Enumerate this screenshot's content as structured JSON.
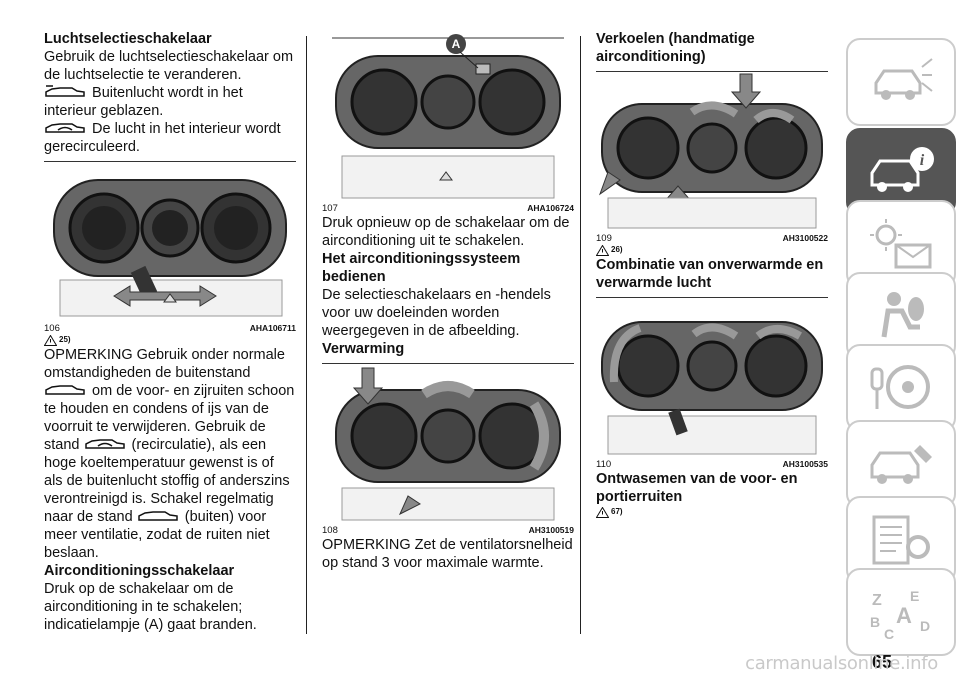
{
  "col1": {
    "h1": "Luchtselectieschakelaar",
    "p1": "Gebruik de luchtselectieschakelaar om de luchtselectie te veranderen.",
    "p2": "Buitenlucht wordt in het interieur geblazen.",
    "p3": "De lucht in het interieur wordt gerecirculeerd.",
    "fig_num": "106",
    "fig_code": "AHA106711",
    "note": "25)",
    "p4a": "OPMERKING Gebruik onder normale omstandigheden de buitenstand",
    "p4b": "om de voor- en zijruiten schoon te houden en condens of ijs van de voorruit te verwijderen. Gebruik de stand",
    "p4c": "(recirculatie), als een hoge koeltemperatuur gewenst is of als de buitenlucht stoffig of anderszins verontreinigd is. Schakel regelmatig naar de stand",
    "p4d": "(buiten) voor meer ventilatie, zodat de ruiten niet beslaan.",
    "h2": "Airconditioningsschakelaar",
    "p5": "Druk op de schakelaar om de airconditioning in te schakelen; indicatielampje (A) gaat branden."
  },
  "col2": {
    "fig_num": "107",
    "fig_code": "AHA106724",
    "fig_label": "A",
    "p1": "Druk opnieuw op de schakelaar om de airconditioning uit te schakelen.",
    "h1": "Het airconditioningssysteem bedienen",
    "p2": "De selectieschakelaars en -hendels voor uw doeleinden worden weergegeven in de afbeelding.",
    "h2": "Verwarming",
    "fig2_num": "108",
    "fig2_code": "AH3100519",
    "p3": "OPMERKING Zet de ventilatorsnelheid op stand 3 voor maximale warmte."
  },
  "col3": {
    "h1": "Verkoelen (handmatige airconditioning)",
    "fig_num": "109",
    "fig_code": "AH3100522",
    "note": "26)",
    "h2": "Combinatie van onverwarmde en verwarmde lucht",
    "fig2_num": "110",
    "fig2_code": "AH3100535",
    "h3": "Ontwasemen van de voor- en portierruiten",
    "note2": "67)"
  },
  "sidebar": {
    "tabs": [
      "dashboard-car-icon",
      "car-info-icon",
      "warning-lights-icon",
      "airbag-person-icon",
      "steering-key-icon",
      "car-service-icon",
      "technical-data-icon",
      "index-letters-icon"
    ],
    "active": 1
  },
  "page_number": "65",
  "watermark": "carmanualsonline.info"
}
